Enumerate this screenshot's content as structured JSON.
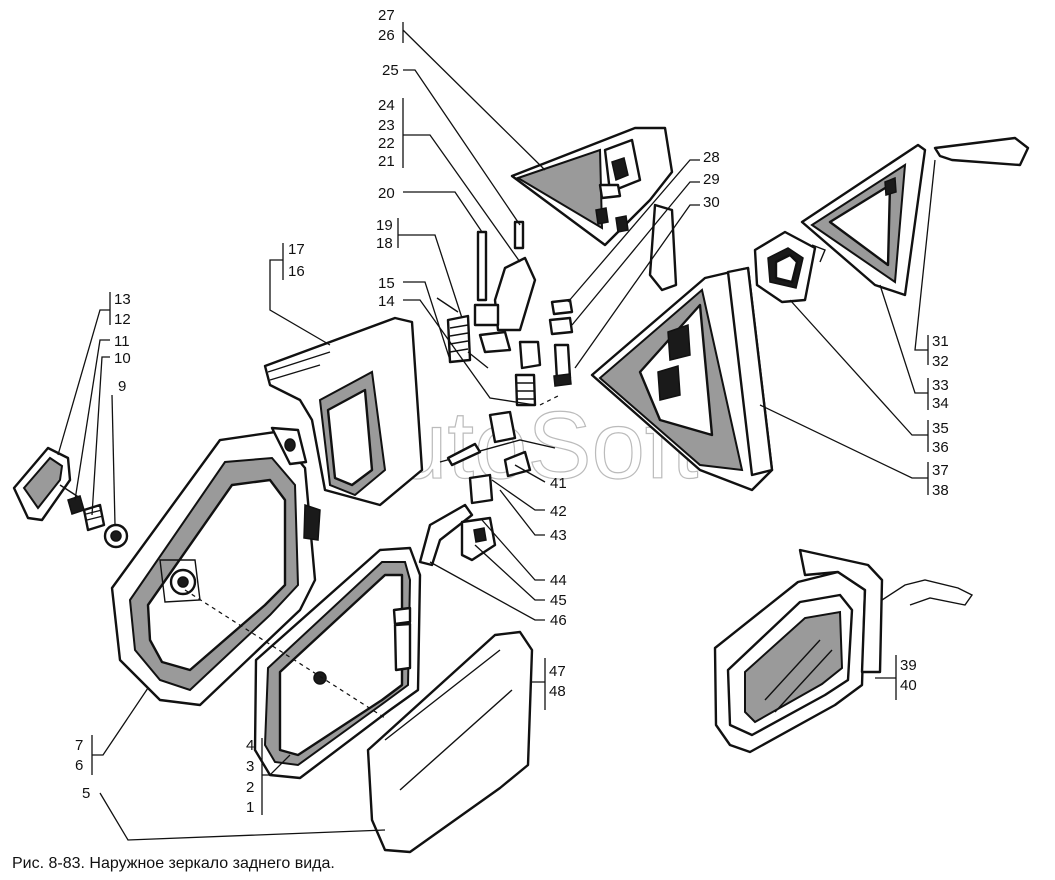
{
  "caption": "Рис. 8-83. Наружное зеркало заднего вида.",
  "watermark": "AutoSoft",
  "callouts": {
    "c27": "27",
    "c26": "26",
    "c25": "25",
    "c24": "24",
    "c23": "23",
    "c22": "22",
    "c21": "21",
    "c20": "20",
    "c19": "19",
    "c18": "18",
    "c17": "17",
    "c16": "16",
    "c15": "15",
    "c14": "14",
    "c13": "13",
    "c12": "12",
    "c11": "11",
    "c10": "10",
    "c9": "9",
    "c28": "28",
    "c29": "29",
    "c30": "30",
    "c31": "31",
    "c32": "32",
    "c33": "33",
    "c34": "34",
    "c35": "35",
    "c36": "36",
    "c37": "37",
    "c38": "38",
    "c41": "41",
    "c42": "42",
    "c43": "43",
    "c44": "44",
    "c45": "45",
    "c46": "46",
    "c47": "47",
    "c48": "48",
    "c7": "7",
    "c6": "6",
    "c5": "5",
    "c4": "4",
    "c3": "3",
    "c2": "2",
    "c1": "1",
    "c39": "39",
    "c40": "40"
  }
}
